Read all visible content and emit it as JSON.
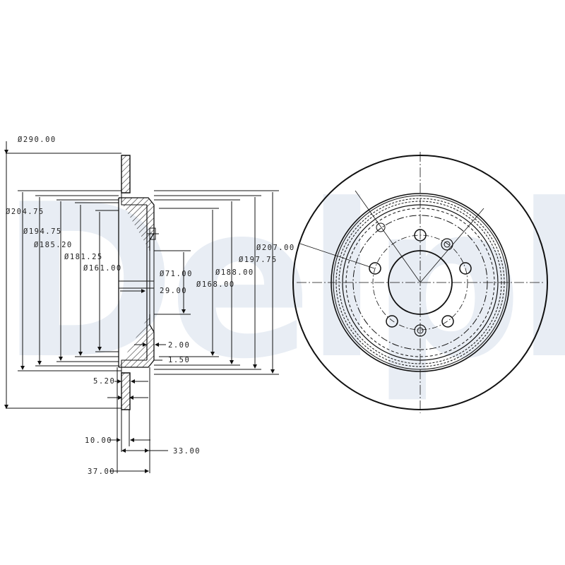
{
  "watermark": {
    "text": "Delphi",
    "color": "#e8edf4"
  },
  "drawing": {
    "title": "Brake disc technical drawing",
    "line_color": "#111111",
    "section_view": {
      "labels": {
        "d290": "Ø290.00",
        "d204_75": "Ø204.75",
        "d194_75": "Ø194.75",
        "d185_20": "Ø185.20",
        "d181_25": "Ø181.25",
        "d161_00": "Ø161.00",
        "d71_00": "Ø71.00",
        "w29_00": "29.00",
        "d168_00": "Ø168.00",
        "d188_00": "Ø188.00",
        "d197_75": "Ø197.75",
        "d207_00": "Ø207.00",
        "t2_00": "2.00",
        "t1_50": "1.50",
        "t5_20": "5.20",
        "t10_00": "10.00",
        "t33_00": "33.00",
        "t37_00": "37.00"
      }
    },
    "front_view": {
      "outer_diameter_label": "Ø290.00",
      "bolt_holes": 5,
      "locating_holes": 2,
      "center_bore_label": "Ø71.00"
    }
  }
}
